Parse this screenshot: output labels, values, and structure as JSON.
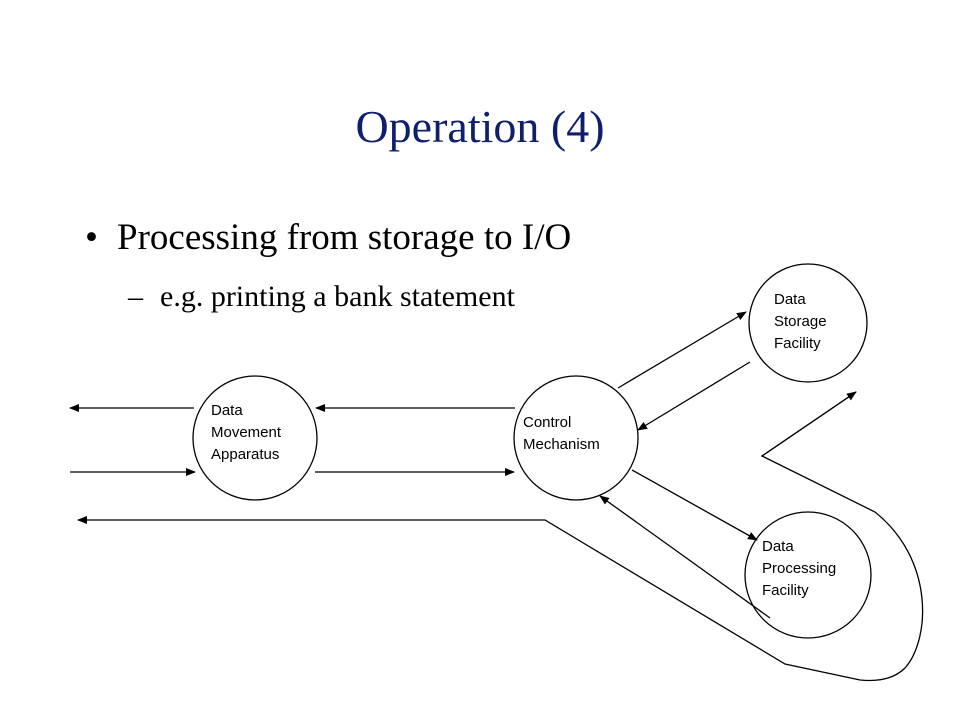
{
  "slide": {
    "title": "Operation (4)",
    "bullet": "Processing from storage to I/O",
    "bullet_marker": "•",
    "subbullet": "e.g. printing a bank statement",
    "subbullet_marker": "–"
  },
  "diagram": {
    "nodes": {
      "movement": {
        "lines": [
          "Data",
          "Movement",
          "Apparatus"
        ]
      },
      "control": {
        "lines": [
          "Control",
          "Mechanism"
        ]
      },
      "storage": {
        "lines": [
          "Data",
          "Storage",
          "Facility"
        ]
      },
      "processing": {
        "lines": [
          "Data",
          "Processing",
          "Facility"
        ]
      }
    }
  },
  "colors": {
    "title": "#0f1f6e",
    "stroke": "#000000"
  }
}
